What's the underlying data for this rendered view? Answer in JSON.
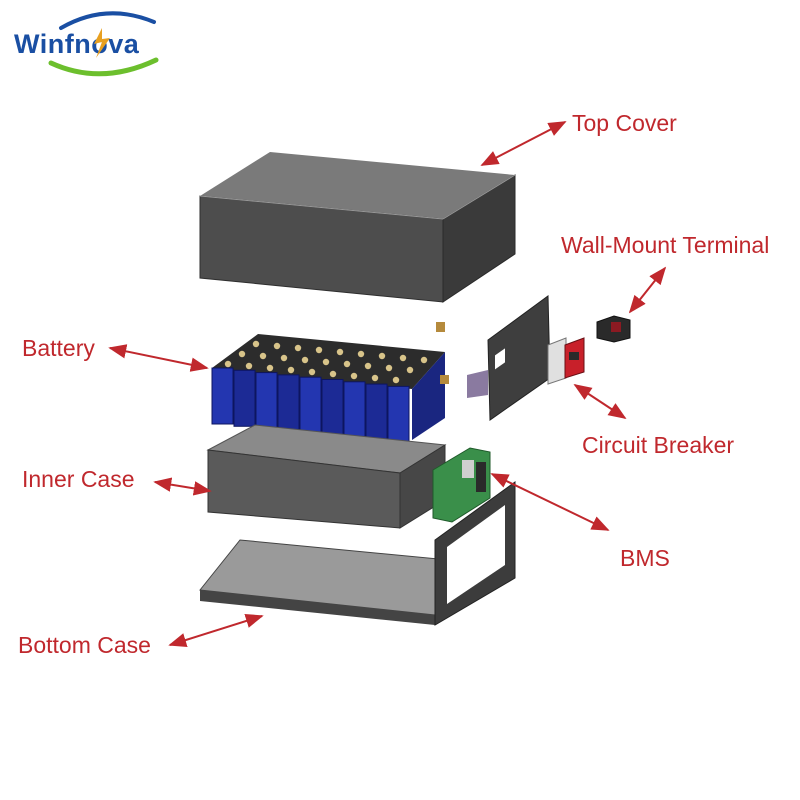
{
  "brand": {
    "name": "Winfnova",
    "colors": {
      "blue": "#1a4fa3",
      "green": "#6cbf2d",
      "bolt": "#e8a020"
    }
  },
  "label_color": "#c0282d",
  "callouts": [
    {
      "id": "top-cover",
      "label": "Top Cover"
    },
    {
      "id": "wall-mount-terminal",
      "label": "Wall-Mount Terminal"
    },
    {
      "id": "battery",
      "label": "Battery"
    },
    {
      "id": "circuit-breaker",
      "label": "Circuit Breaker"
    },
    {
      "id": "inner-case",
      "label": "Inner Case"
    },
    {
      "id": "bms",
      "label": "BMS"
    },
    {
      "id": "bottom-case",
      "label": "Bottom Case"
    }
  ],
  "colors": {
    "metal_dark": "#4a4a4a",
    "metal_mid": "#6b6b6b",
    "metal_light": "#8c8c8c",
    "cell_blue": "#1e2fa0",
    "cell_top": "#2a2a2a",
    "pcb_green": "#3a8f4a",
    "breaker_red": "#c8202a"
  }
}
